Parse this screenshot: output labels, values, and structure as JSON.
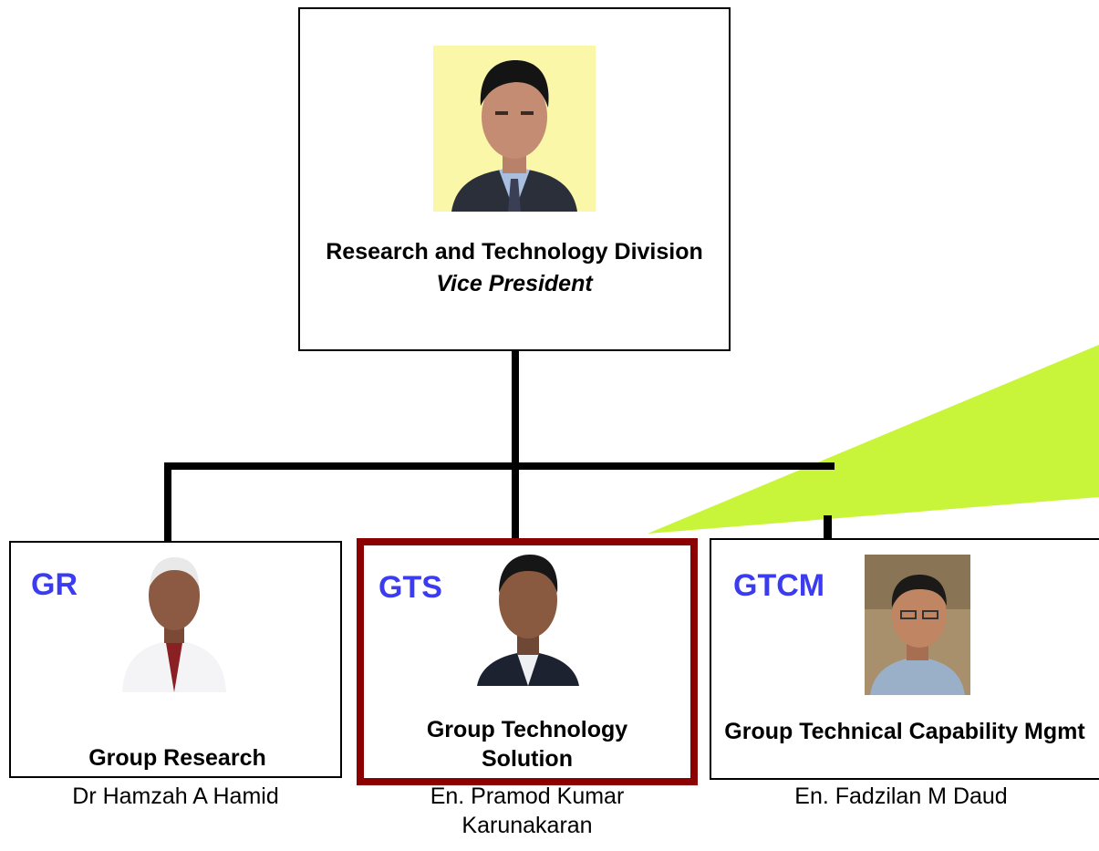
{
  "top": {
    "title": "Research and Technology Division",
    "role": "Vice President"
  },
  "units": [
    {
      "abbr": "GR",
      "title": "Group Research",
      "person": "Dr Hamzah A Hamid"
    },
    {
      "abbr": "GTS",
      "title": "Group Technology Solution",
      "person": "En. Pramod Kumar Karunakaran"
    },
    {
      "abbr": "GTCM",
      "title": "Group Technical Capability Mgmt",
      "person": "En. Fadzilan M Daud"
    }
  ],
  "colors": {
    "abbr": "#3b3bf0",
    "highlight_border": "#8b0000",
    "callout": "#c8f53a",
    "top_photo_bg": "#fbf7a8"
  }
}
